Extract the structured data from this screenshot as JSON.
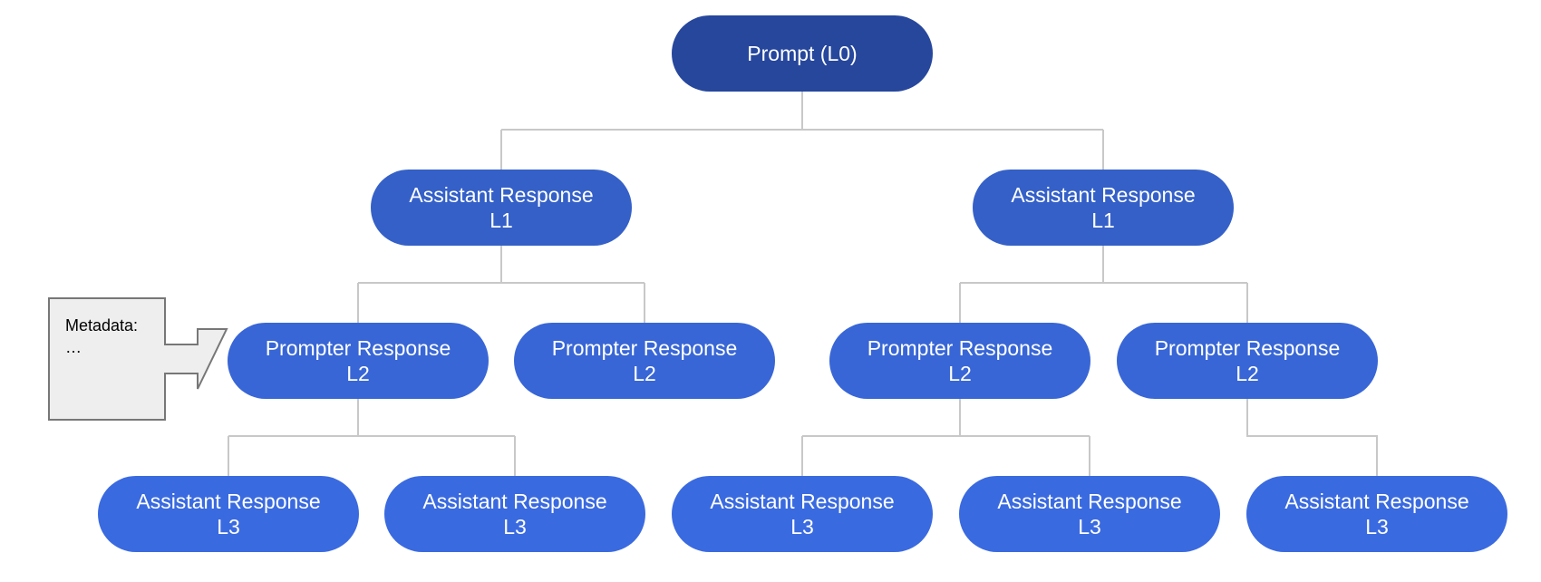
{
  "colors": {
    "prompt_node": "#26479c",
    "assistant_l1_node": "#3460c8",
    "prompter_l2_node": "#3866d6",
    "assistant_l3_node": "#3a6ae0",
    "connector": "#c8c8c8",
    "callout_fill": "#eeeeee",
    "callout_stroke": "#777777"
  },
  "nodes": {
    "prompt": {
      "line1": "Prompt (L0)"
    },
    "a1_left": {
      "line1": "Assistant Response",
      "line2": "L1"
    },
    "a1_right": {
      "line1": "Assistant Response",
      "line2": "L1"
    },
    "p2_1": {
      "line1": "Prompter Response",
      "line2": "L2"
    },
    "p2_2": {
      "line1": "Prompter Response",
      "line2": "L2"
    },
    "p2_3": {
      "line1": "Prompter Response",
      "line2": "L2"
    },
    "p2_4": {
      "line1": "Prompter Response",
      "line2": "L2"
    },
    "a3_1": {
      "line1": "Assistant Response",
      "line2": "L3"
    },
    "a3_2": {
      "line1": "Assistant Response",
      "line2": "L3"
    },
    "a3_3": {
      "line1": "Assistant Response",
      "line2": "L3"
    },
    "a3_4": {
      "line1": "Assistant Response",
      "line2": "L3"
    },
    "a3_5": {
      "line1": "Assistant Response",
      "line2": "L3"
    }
  },
  "metadata_callout": {
    "label": "Metadata:",
    "value": "…"
  }
}
